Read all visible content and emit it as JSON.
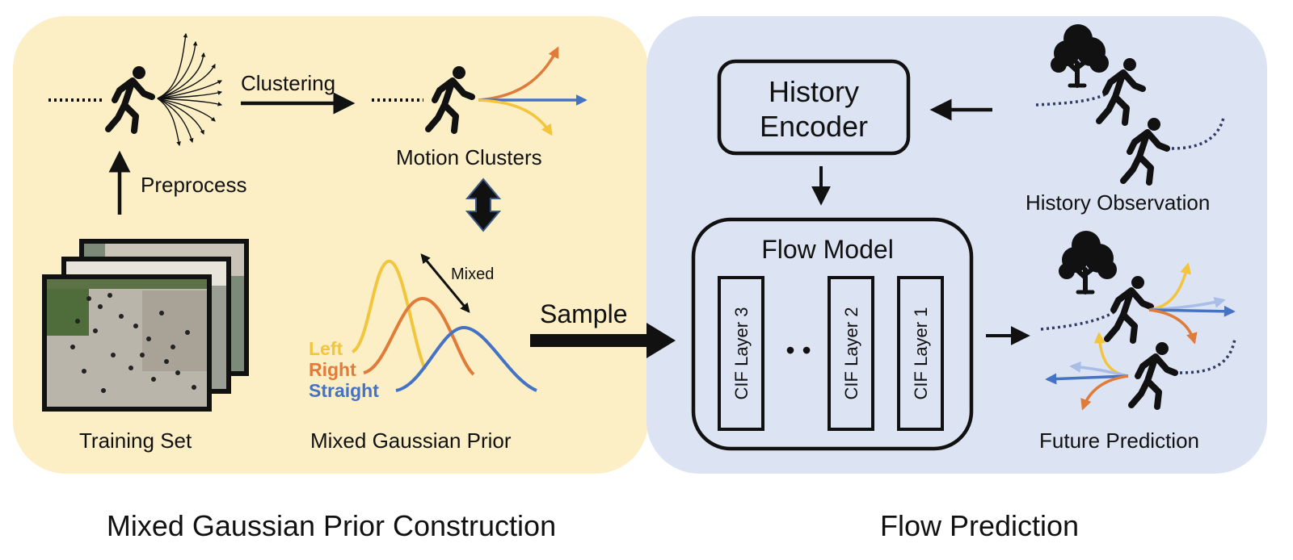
{
  "labels": {
    "clustering": "Clustering",
    "preprocess": "Preprocess",
    "motion_clusters": "Motion Clusters",
    "mixed": "Mixed",
    "left": "Left",
    "right": "Right",
    "straight": "Straight",
    "training_set": "Training Set",
    "mixed_gaussian_prior": "Mixed Gaussian Prior",
    "sample": "Sample",
    "history_encoder_line1": "History",
    "history_encoder_line2": "Encoder",
    "history_observation": "History Observation",
    "flow_model": "Flow Model",
    "cif_layer_3": "CIF Layer 3",
    "cif_layer_2": "CIF Layer 2",
    "cif_layer_1": "CIF Layer 1",
    "ellipsis": "• •",
    "future_prediction": "Future Prediction",
    "left_panel_caption": "Mixed Gaussian Prior Construction",
    "right_panel_caption": "Flow Prediction"
  },
  "colors": {
    "left_panel_bg": "#fcefc6",
    "right_panel_bg": "#dce3f3",
    "left_yellow": "#f2c53d",
    "right_orange": "#e07b39",
    "straight_blue": "#4472c4",
    "ink": "#111111"
  },
  "icons": [
    "pedestrian-icon",
    "tree-icon",
    "video-frame-stack"
  ]
}
